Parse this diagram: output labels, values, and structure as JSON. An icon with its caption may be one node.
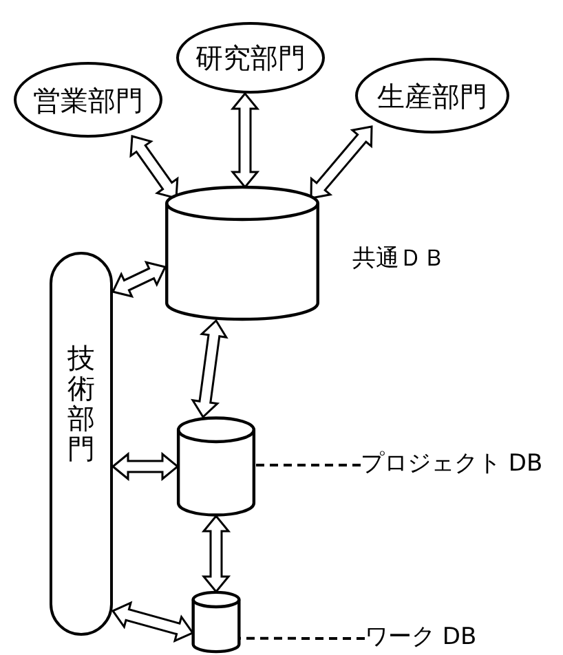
{
  "diagram": {
    "nodes": [
      {
        "text": [
          "研究部門"
        ]
      },
      {
        "text": [
          "営業部門"
        ]
      },
      {
        "text": [
          "生産部門"
        ]
      },
      {
        "text": [],
        "shape": "cylinder",
        "beside": [
          "共通ＤＢ"
        ]
      },
      {
        "text": [
          "技術部門"
        ]
      },
      {
        "text": [],
        "shape": "cylinder"
      },
      {
        "text": [
          "プロジェクト DB"
        ]
      },
      {
        "text": [],
        "shape": "cylinder"
      },
      {
        "text": [
          "ワーク DB"
        ]
      }
    ],
    "edges": [
      {
        "from": 0,
        "to": 3,
        "arrow": "both"
      },
      {
        "from": 1,
        "to": 3,
        "arrow": "both"
      },
      {
        "from": 2,
        "to": 3,
        "arrow": "both"
      },
      {
        "from": 4,
        "to": 3,
        "arrow": "both"
      },
      {
        "from": 3,
        "to": 5,
        "arrow": "both"
      },
      {
        "from": 4,
        "to": 5,
        "arrow": "both"
      },
      {
        "from": 5,
        "to": 7,
        "arrow": "both"
      },
      {
        "from": 4,
        "to": 7,
        "arrow": "both"
      },
      {
        "from": 6,
        "to": 5,
        "arrow": "none",
        "style": "dashed"
      },
      {
        "from": 8,
        "to": 7,
        "arrow": "none",
        "style": "dashed"
      }
    ]
  }
}
